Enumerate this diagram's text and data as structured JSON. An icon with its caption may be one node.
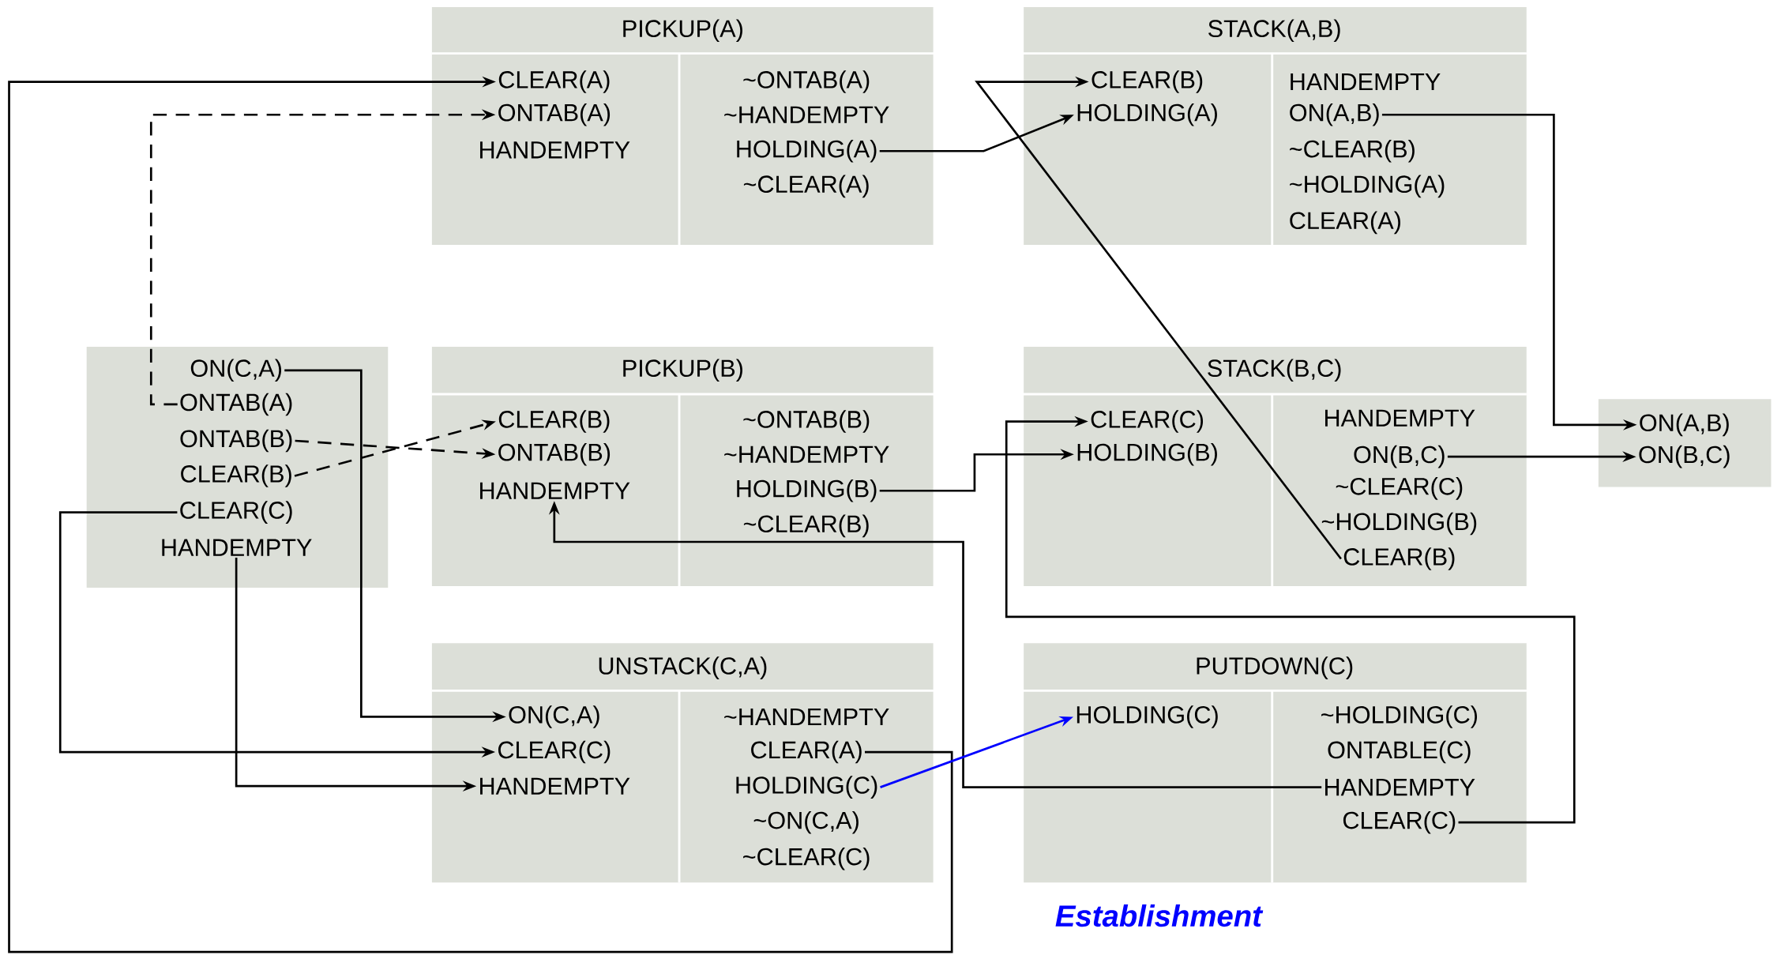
{
  "diagram": {
    "nodes": [
      {
        "text": [
          "PICKUP(A)"
        ]
      },
      {
        "text": [
          "CLEAR(A)"
        ],
        "in": 0
      },
      {
        "text": [
          "ONTAB(A)"
        ],
        "in": 0
      },
      {
        "text": [
          "HANDEMPTY"
        ],
        "in": 0
      },
      {
        "text": [
          "~ONTAB(A)"
        ],
        "in": 0
      },
      {
        "text": [
          "~HANDEMPTY"
        ],
        "in": 0
      },
      {
        "text": [
          "HOLDING(A)"
        ],
        "in": 0
      },
      {
        "text": [
          "~CLEAR(A)"
        ],
        "in": 0
      },
      {
        "text": [
          "STACK(A,B)"
        ]
      },
      {
        "text": [
          "CLEAR(B)"
        ],
        "in": 8
      },
      {
        "text": [
          "HOLDING(A)"
        ],
        "in": 8
      },
      {
        "text": [
          "HANDEMPTY"
        ],
        "in": 8
      },
      {
        "text": [
          "ON(A,B)"
        ],
        "in": 8
      },
      {
        "text": [
          "~CLEAR(B)"
        ],
        "in": 8
      },
      {
        "text": [
          "~HOLDING(A)"
        ],
        "in": 8
      },
      {
        "text": [
          "CLEAR(A)"
        ],
        "in": 8
      },
      {
        "text": [],
        "shape": "box"
      },
      {
        "text": [
          "ON(C,A)"
        ],
        "in": 16
      },
      {
        "text": [
          "ONTAB(A)"
        ],
        "in": 16
      },
      {
        "text": [
          "ONTAB(B)"
        ],
        "in": 16
      },
      {
        "text": [
          "CLEAR(B)"
        ],
        "in": 16
      },
      {
        "text": [
          "CLEAR(C)"
        ],
        "in": 16
      },
      {
        "text": [
          "HANDEMPTY"
        ],
        "in": 16
      },
      {
        "text": [
          "PICKUP(B)"
        ]
      },
      {
        "text": [
          "CLEAR(B)"
        ],
        "in": 23
      },
      {
        "text": [
          "ONTAB(B)"
        ],
        "in": 23
      },
      {
        "text": [
          "HANDEMPTY"
        ],
        "in": 23
      },
      {
        "text": [
          "~ONTAB(B)"
        ],
        "in": 23
      },
      {
        "text": [
          "~HANDEMPTY"
        ],
        "in": 23
      },
      {
        "text": [
          "HOLDING(B)"
        ],
        "in": 23
      },
      {
        "text": [
          "~CLEAR(B)"
        ],
        "in": 23
      },
      {
        "text": [
          "STACK(B,C)"
        ]
      },
      {
        "text": [
          "CLEAR(C)"
        ],
        "in": 31
      },
      {
        "text": [
          "HOLDING(B)"
        ],
        "in": 31
      },
      {
        "text": [
          "HANDEMPTY"
        ],
        "in": 31
      },
      {
        "text": [
          "ON(B,C)"
        ],
        "in": 31
      },
      {
        "text": [
          "~CLEAR(C)"
        ],
        "in": 31
      },
      {
        "text": [
          "~HOLDING(B)"
        ],
        "in": 31
      },
      {
        "text": [
          "CLEAR(B)"
        ],
        "in": 31
      },
      {
        "text": [],
        "shape": "box"
      },
      {
        "text": [
          "ON(A,B)"
        ],
        "in": 39
      },
      {
        "text": [
          "ON(B,C)"
        ],
        "in": 39
      },
      {
        "text": [
          "UNSTACK(C,A)"
        ]
      },
      {
        "text": [
          "ON(C,A)"
        ],
        "in": 42
      },
      {
        "text": [
          "CLEAR(C)"
        ],
        "in": 42
      },
      {
        "text": [
          "HANDEMPTY"
        ],
        "in": 42
      },
      {
        "text": [
          "~HANDEMPTY"
        ],
        "in": 42
      },
      {
        "text": [
          "CLEAR(A)"
        ],
        "in": 42
      },
      {
        "text": [
          "HOLDING(C)"
        ],
        "in": 42
      },
      {
        "text": [
          "~ON(C,A)"
        ],
        "in": 42
      },
      {
        "text": [
          "~CLEAR(C)"
        ],
        "in": 42
      },
      {
        "text": [
          "PUTDOWN(C)"
        ]
      },
      {
        "text": [
          "HOLDING(C)"
        ],
        "in": 51
      },
      {
        "text": [
          "~HOLDING(C)"
        ],
        "in": 51
      },
      {
        "text": [
          "ONTABLE(C)"
        ],
        "in": 51
      },
      {
        "text": [
          "HANDEMPTY"
        ],
        "in": 51
      },
      {
        "text": [
          "CLEAR(C)"
        ],
        "in": 51
      }
    ],
    "edges": [
      {
        "from": 47,
        "to": 1,
        "arrow": "to"
      },
      {
        "from": 18,
        "to": 2,
        "arrow": "to",
        "style": "dashed"
      },
      {
        "from": 6,
        "to": 10,
        "arrow": "to"
      },
      {
        "from": 38,
        "to": 9,
        "arrow": "to"
      },
      {
        "from": 12,
        "to": 40,
        "arrow": "to"
      },
      {
        "from": 19,
        "to": 25,
        "arrow": "to",
        "style": "dashed"
      },
      {
        "from": 20,
        "to": 24,
        "arrow": "to",
        "style": "dashed"
      },
      {
        "from": 55,
        "to": 26,
        "arrow": "to"
      },
      {
        "from": 29,
        "to": 33,
        "arrow": "to"
      },
      {
        "from": 56,
        "to": 32,
        "arrow": "to"
      },
      {
        "from": 35,
        "to": 41,
        "arrow": "to"
      },
      {
        "from": 17,
        "to": 43,
        "arrow": "to"
      },
      {
        "from": 21,
        "to": 44,
        "arrow": "to"
      },
      {
        "from": 22,
        "to": 45,
        "arrow": "to"
      },
      {
        "from": 48,
        "to": 52,
        "arrow": "to",
        "color": "#0000ff"
      }
    ],
    "labels": [
      "Establishment"
    ]
  }
}
